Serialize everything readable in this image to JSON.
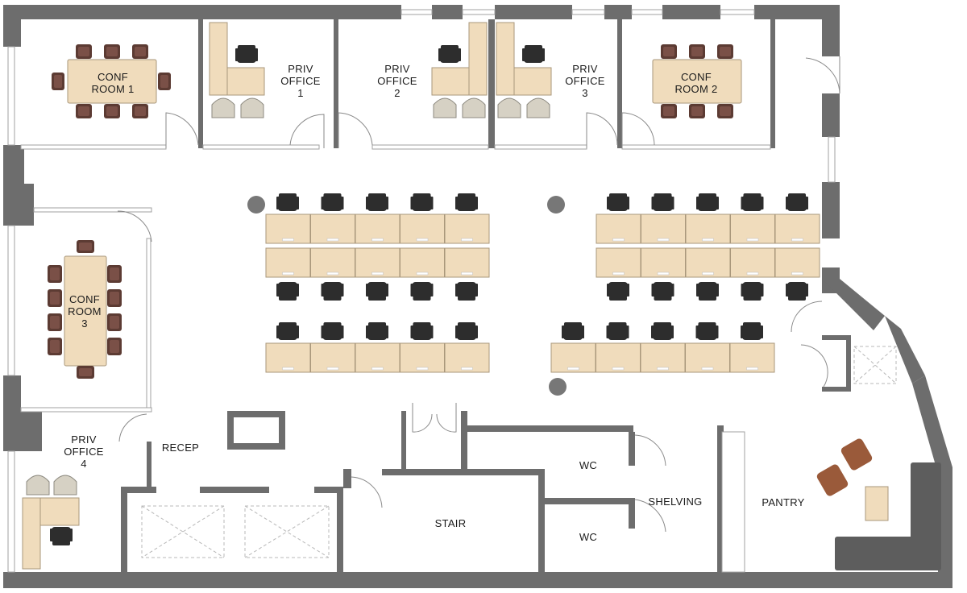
{
  "rooms": {
    "conf1": [
      "CONF",
      "ROOM 1"
    ],
    "priv1": [
      "PRIV",
      "OFFICE",
      "1"
    ],
    "priv2": [
      "PRIV",
      "OFFICE",
      "2"
    ],
    "priv3": [
      "PRIV",
      "OFFICE",
      "3"
    ],
    "conf2": [
      "CONF",
      "ROOM 2"
    ],
    "conf3": [
      "CONF",
      "ROOM",
      "3"
    ],
    "priv4": [
      "PRIV",
      "OFFICE",
      "4"
    ],
    "recep": "RECEP",
    "wc1": "WC",
    "wc2": "WC",
    "stair": "STAIR",
    "shelving": "SHELVING",
    "pantry": "PANTRY"
  },
  "colors": {
    "wall": "#6d6d6d",
    "desk": "#f0dcbc",
    "task_chair": "#2d2d2d",
    "conference_chair": "#5c3b33",
    "lounge_chair": "#d6d1c4",
    "sofa": "#5d5d5d",
    "armchair": "#9a5a3a"
  }
}
